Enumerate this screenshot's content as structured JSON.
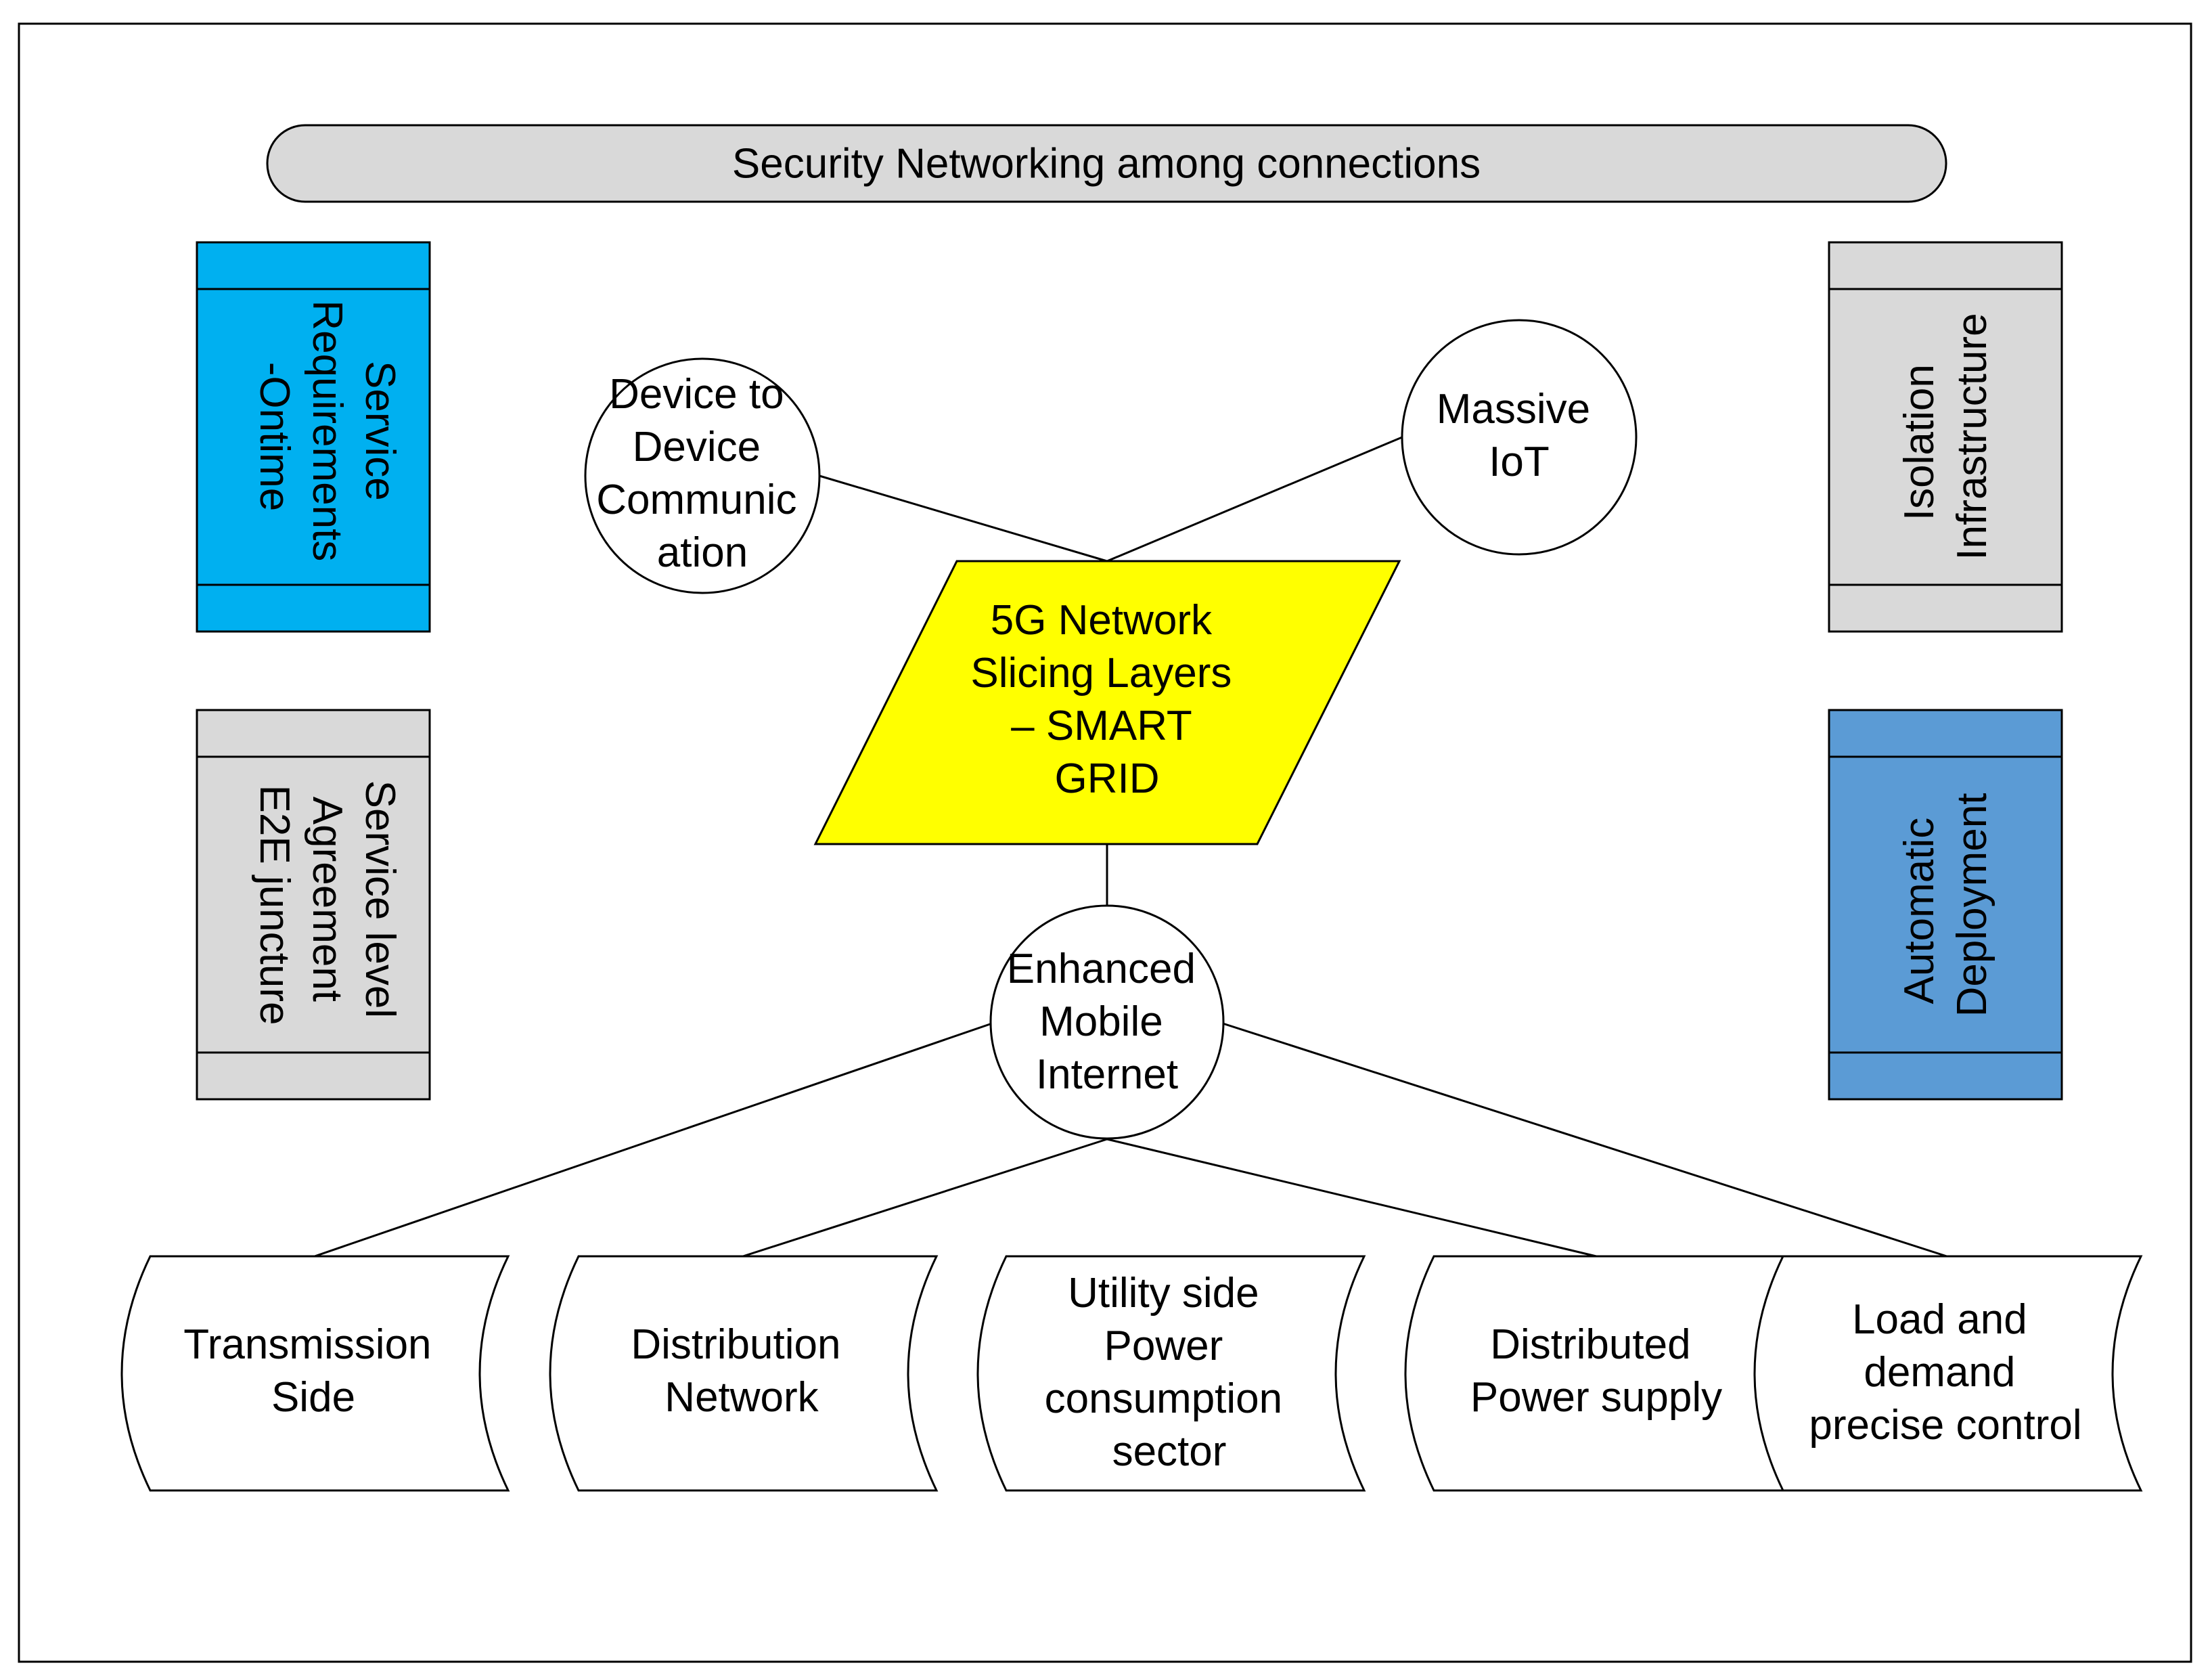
{
  "banner": {
    "label": "Security Networking among connections"
  },
  "center": {
    "lines": [
      "5G Network",
      "Slicing Layers",
      "– SMART",
      "GRID"
    ]
  },
  "circles": {
    "d2d": {
      "lines": [
        "Device to",
        "Device",
        "Communic",
        "ation"
      ]
    },
    "iot": {
      "lines": [
        "Massive",
        "IoT"
      ]
    },
    "embb": {
      "lines": [
        "Enhanced",
        "Mobile",
        "Internet"
      ]
    }
  },
  "side_panels": {
    "service_requirements": {
      "lines": [
        "Service",
        "Requirements",
        "-Ontime"
      ]
    },
    "service_level": {
      "lines": [
        "Service level",
        "Agreement",
        "E2E juncture"
      ]
    },
    "isolation": {
      "lines": [
        "Isolation",
        "Infrastructure"
      ]
    },
    "automatic": {
      "lines": [
        "Automatic",
        "Deployment"
      ]
    }
  },
  "storage_nodes": [
    {
      "lines": [
        "Transmission",
        "Side"
      ]
    },
    {
      "lines": [
        "Distribution",
        "Network"
      ]
    },
    {
      "lines": [
        "Utility side",
        "Power",
        "consumption",
        "sector"
      ]
    },
    {
      "lines": [
        "Distributed",
        "Power supply"
      ]
    },
    {
      "lines": [
        "Load and",
        "demand",
        "precise control"
      ]
    }
  ],
  "colors": {
    "cyan_panel": "#00B0F0",
    "blue_panel": "#5B9BD5",
    "grey_panel": "#D9D9D9",
    "banner_fill": "#D9D9D9",
    "center_fill": "#FFFF00",
    "stroke": "#000000"
  }
}
